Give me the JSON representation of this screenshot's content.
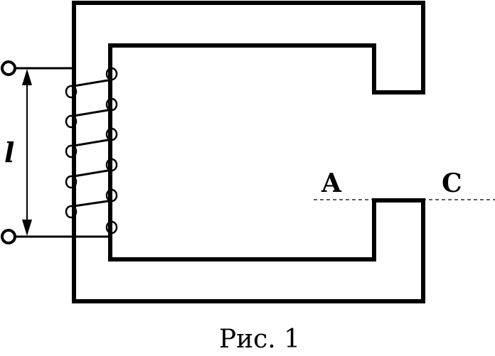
{
  "labels": {
    "point_a": "A",
    "point_c": "C",
    "length": "l"
  },
  "caption": "Рис. 1",
  "colors": {
    "ink": "#000000",
    "background": "#ffffff"
  }
}
